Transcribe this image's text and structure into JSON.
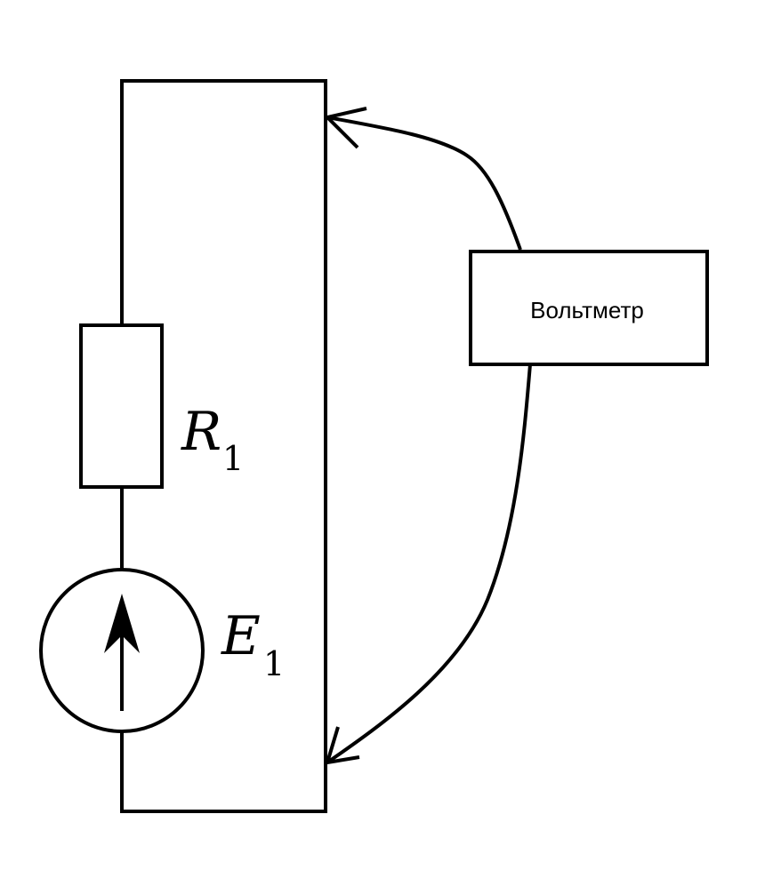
{
  "diagram": {
    "resistor": {
      "label_main": "R",
      "label_sub": "1"
    },
    "source": {
      "label_main": "E",
      "label_sub": "1"
    },
    "voltmeter": {
      "label": "Вольтметр"
    },
    "colors": {
      "stroke": "#000000",
      "background": "#ffffff"
    }
  }
}
